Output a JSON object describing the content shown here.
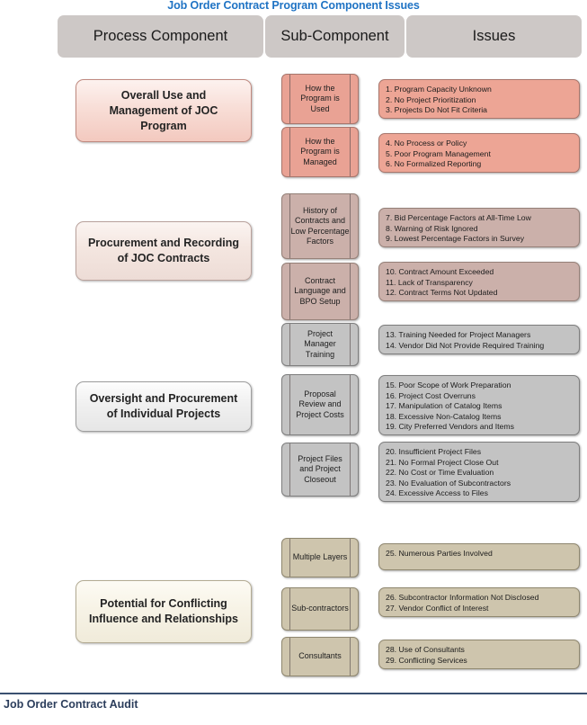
{
  "title": "Job Order Contract Program Component Issues",
  "header": {
    "col1": "Process Component",
    "col2": "Sub-Component",
    "col3": "Issues"
  },
  "colors": {
    "title": "#1f73c4",
    "header_band": "#cdc8c6",
    "section1": "#eda595",
    "section2": "#cbb0aa",
    "section3": "#c3c3c3",
    "section4": "#cec5ad",
    "footer_rule": "#3a5070",
    "footer_text": "#2c3e5c"
  },
  "sections": [
    {
      "process": "Overall Use and Management of JOC Program",
      "subs": [
        {
          "label": "How the Program is Used",
          "issues": [
            "1. Program Capacity Unknown",
            "2. No Project Prioritization",
            "3. Projects Do Not Fit Criteria"
          ]
        },
        {
          "label": "How the Program is Managed",
          "issues": [
            "4. No Process or Policy",
            "5. Poor Program Management",
            "6. No Formalized Reporting"
          ]
        }
      ]
    },
    {
      "process": "Procurement and Recording of JOC Contracts",
      "subs": [
        {
          "label": "History of Contracts and Low Percentage Factors",
          "issues": [
            "7. Bid Percentage Factors at All-Time Low",
            "8. Warning of Risk Ignored",
            "9. Lowest Percentage Factors in Survey"
          ]
        },
        {
          "label": "Contract Language and BPO Setup",
          "issues": [
            "10. Contract Amount Exceeded",
            "11. Lack of Transparency",
            "12. Contract Terms Not Updated"
          ]
        }
      ]
    },
    {
      "process": "Oversight and Procurement of Individual Projects",
      "subs": [
        {
          "label": "Project Manager Training",
          "issues": [
            "13. Training Needed for Project Managers",
            "14. Vendor Did Not Provide Required Training"
          ]
        },
        {
          "label": "Proposal Review and Project Costs",
          "issues": [
            "15. Poor Scope of Work Preparation",
            "16. Project Cost Overruns",
            "17. Manipulation of Catalog Items",
            "18. Excessive Non-Catalog Items",
            "19. City Preferred Vendors and Items"
          ]
        },
        {
          "label": "Project Files and Project Closeout",
          "issues": [
            "20. Insufficient Project Files",
            "21. No Formal Project Close Out",
            "22. No Cost or Time Evaluation",
            "23. No Evaluation of Subcontractors",
            "24. Excessive Access to Files"
          ]
        }
      ]
    },
    {
      "process": "Potential for Conflicting Influence and Relationships",
      "subs": [
        {
          "label": "Multiple Layers",
          "issues": [
            "25. Numerous Parties Involved"
          ]
        },
        {
          "label": "Sub-contractors",
          "issues": [
            "26. Subcontractor Information Not Disclosed",
            "27. Vendor Conflict of Interest"
          ]
        },
        {
          "label": "Consultants",
          "issues": [
            "28. Use of Consultants",
            "29. Conflicting Services"
          ]
        }
      ]
    }
  ],
  "footer": {
    "label": "Job Order Contract Audit"
  }
}
